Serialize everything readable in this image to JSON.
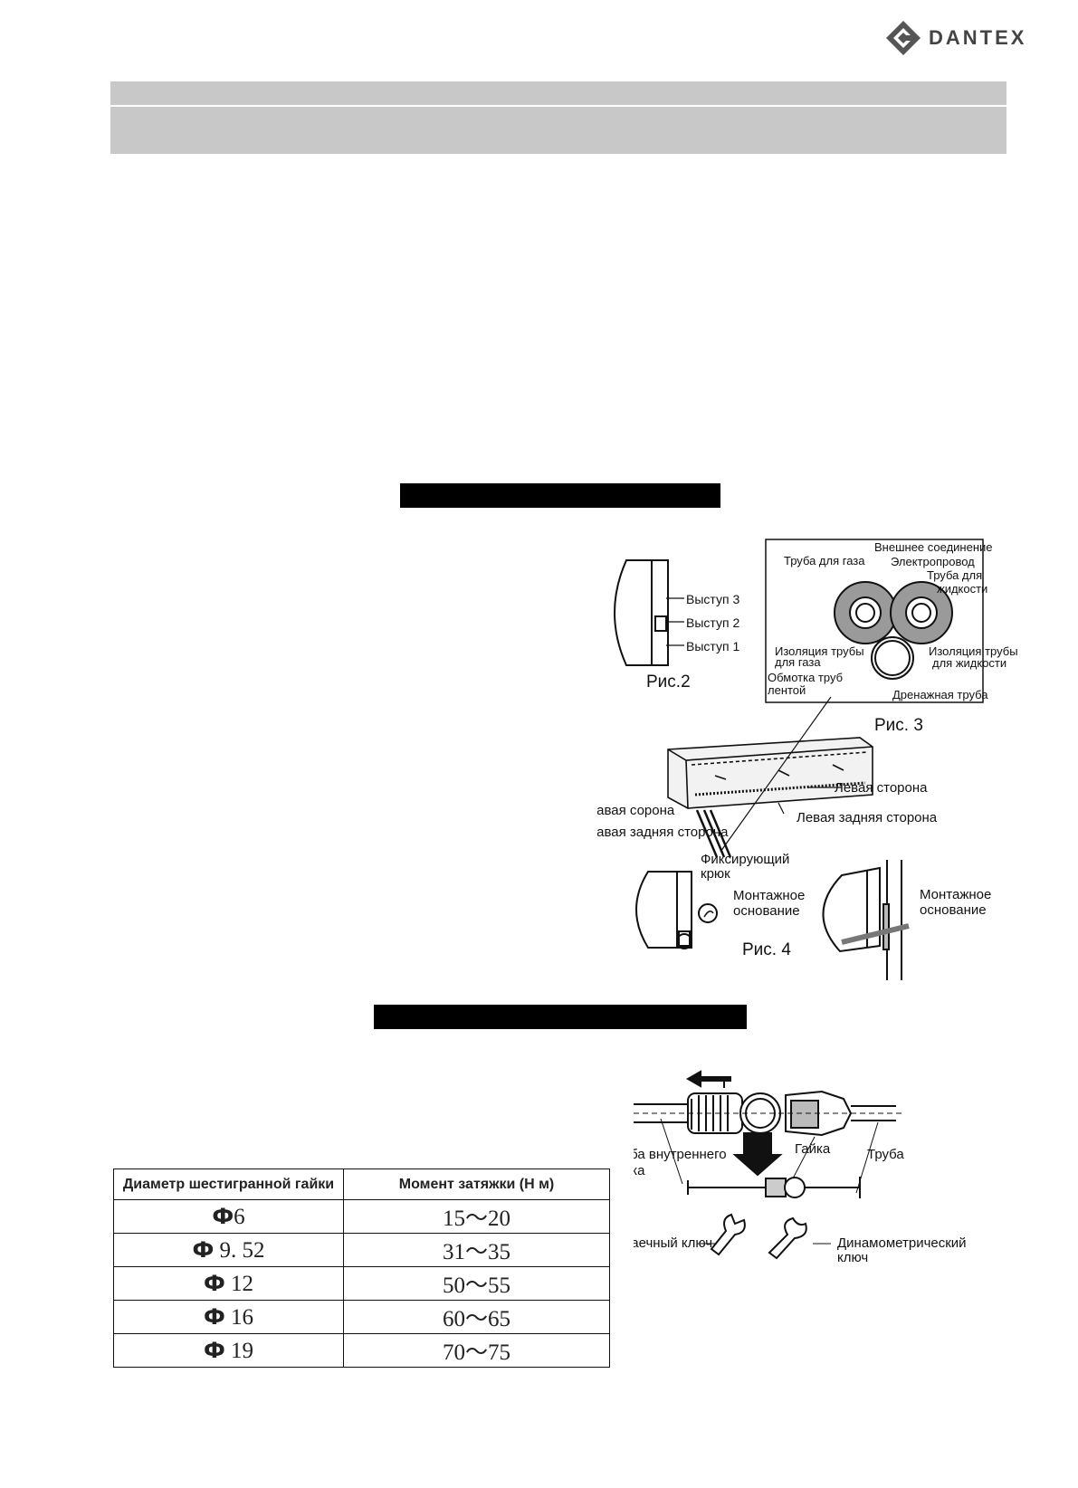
{
  "logo": {
    "brand": "DANTEX",
    "color": "#555555"
  },
  "figures": {
    "fig2": {
      "caption": "Рис.2",
      "labels": [
        "Выступ 3",
        "Выступ 2",
        "Выступ 1"
      ]
    },
    "fig3": {
      "caption": "Рис. 3",
      "external_connection": "Внешнее соединение",
      "gas_pipe": "Труба для газа",
      "power_cable": "Электропровод",
      "liquid_pipe_1": "Труба для",
      "liquid_pipe_2": "жидкости",
      "gas_insulation_1": "Изоляция трубы",
      "gas_insulation_2": "для газа",
      "liquid_insulation_1": "Изоляция трубы",
      "liquid_insulation_2": "для жидкости",
      "tape_wrap_1": "Обмотка труб",
      "tape_wrap_2": "лентой",
      "drain_pipe": "Дренажная труба"
    },
    "unit": {
      "left_side": "Левая сторона",
      "right_side": "Правая сорона",
      "left_rear": "Левая задняя сторона",
      "right_rear": "Правая задняя сторона"
    },
    "fig4": {
      "caption": "Рис. 4",
      "hook_1": "Фиксирующий",
      "hook_2": "крюк",
      "base_1": "Монтажное",
      "base_2": "основание",
      "base_right_1": "Монтажное",
      "base_right_2": "основание"
    },
    "flare": {
      "indoor_pipe_1": "Труба внутреннего",
      "indoor_pipe_2": "блока",
      "nut": "Гайка",
      "pipe": "Труба",
      "spanner": "Гаечный ключ",
      "torque_wrench_1": "Динамометрический",
      "torque_wrench_2": "ключ"
    }
  },
  "torque_table": {
    "headers": [
      "Диаметр шестигранной гайки",
      "Момент затяжки (Н м)"
    ],
    "rows": [
      {
        "phi": "Ф",
        "size": "6",
        "torque": "15～20"
      },
      {
        "phi": "Ф",
        "size": " 9. 52",
        "torque": "31～35"
      },
      {
        "phi": "Ф",
        "size": " 12",
        "torque": "50～55"
      },
      {
        "phi": "Ф",
        "size": " 16",
        "torque": "60～65"
      },
      {
        "phi": "Ф",
        "size": " 19",
        "torque": "70～75"
      }
    ]
  }
}
